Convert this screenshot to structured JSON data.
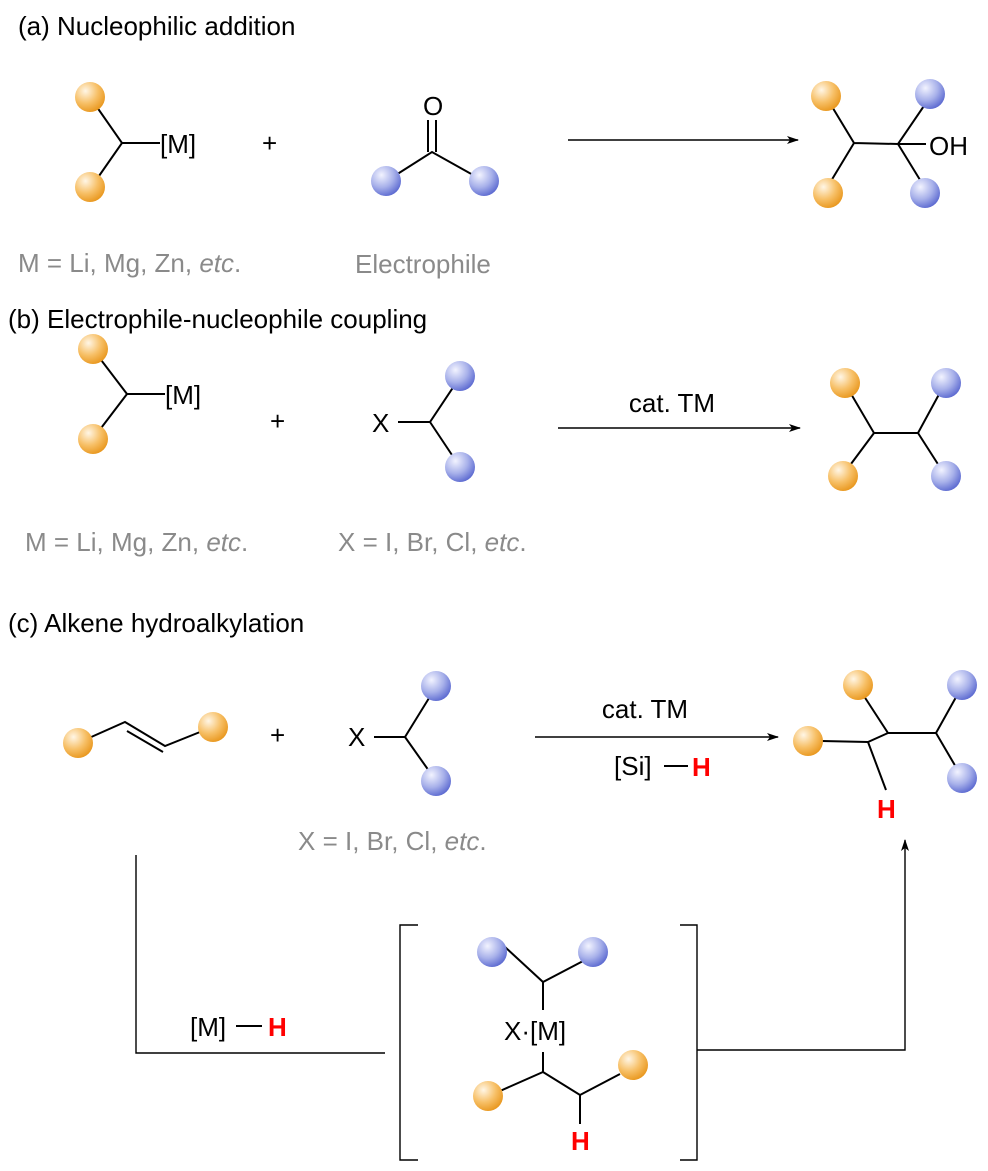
{
  "panel_a": {
    "title": "(a) Nucleophilic addition",
    "metal": "[M]",
    "plus": "+",
    "oxygen": "O",
    "hydroxyl": "OH",
    "metal_note_prefix": "M = Li, Mg, Zn, ",
    "metal_note_etc": "etc",
    "metal_note_suffix": ".",
    "electrophile": "Electrophile"
  },
  "panel_b": {
    "title": "(b) Electrophile-nucleophile coupling",
    "metal": "[M]",
    "plus": "+",
    "halide": "X",
    "catalyst": "cat. TM",
    "metal_note_prefix": "M = Li, Mg, Zn, ",
    "metal_note_etc": "etc",
    "metal_note_suffix": ".",
    "halide_note_prefix": "X = I, Br, Cl, ",
    "halide_note_etc": "etc",
    "halide_note_suffix": "."
  },
  "panel_c": {
    "title": "(c) Alkene hydroalkylation",
    "plus": "+",
    "halide": "X",
    "catalyst": "cat. TM",
    "silane": "[Si]",
    "hydrogen": "H",
    "halide_note_prefix": "X = I, Br, Cl, ",
    "halide_note_etc": "etc",
    "halide_note_suffix": ".",
    "metal_hydride": "[M]",
    "intermediate_label": "X·[M]"
  },
  "colors": {
    "nucleophile": "#f0a030",
    "electrophile": "#6f7fd8",
    "hydrogen": "#ff0000",
    "note": "#8a8a8a"
  }
}
